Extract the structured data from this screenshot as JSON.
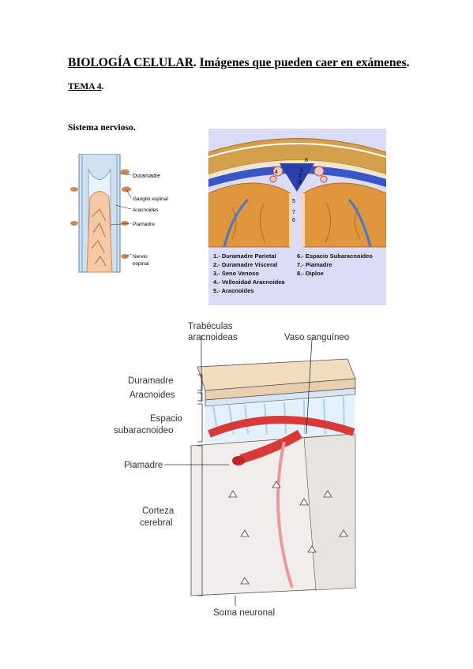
{
  "header": {
    "title_part1": "BIOLOGÍA CELULAR",
    "title_sep": ".",
    "title_part2": "Imágenes que pueden caer en exámenes",
    "title_end": ".",
    "tema_label": "TEMA 4",
    "tema_end": ".",
    "section_title": "Sistema nervioso."
  },
  "figure_spinal": {
    "labels": [
      "Duramadre",
      "Ganglio espinal",
      "Aracnoides",
      "Piamadre",
      "Nervio",
      "espinal"
    ]
  },
  "figure_skull": {
    "numbers": [
      "1",
      "2",
      "3",
      "4",
      "5",
      "6",
      "7",
      "8"
    ],
    "legend_left": [
      "1.- Duramadre Parietal",
      "2.- Duramadre Visceral",
      "3.- Seno Venoso",
      "4.- Vellosidad Aracnoidea",
      "5.- Aracnoides"
    ],
    "legend_right": [
      "6.- Espacio Subaracnoideo",
      "7.- Piamadre",
      "8.- Diploe"
    ]
  },
  "figure_meninges": {
    "top_labels": [
      "Trabéculas",
      "aracnoideas",
      "Vaso sanguíneo"
    ],
    "side_labels": [
      "Duramadre",
      "Aracnoides",
      "Espacio",
      "subaracnoideo",
      "Piamadre",
      "Corteza",
      "cerebral"
    ],
    "bottom_label": "Soma neuronal"
  },
  "colors": {
    "dura": "#f1dcc0",
    "vessel": "#d83a3a",
    "csf": "#8cc8e8",
    "cortex": "#f0eeea",
    "skull_bg": "#d9dcf4",
    "bone": "#d5a04c",
    "brain": "#e0963c"
  }
}
